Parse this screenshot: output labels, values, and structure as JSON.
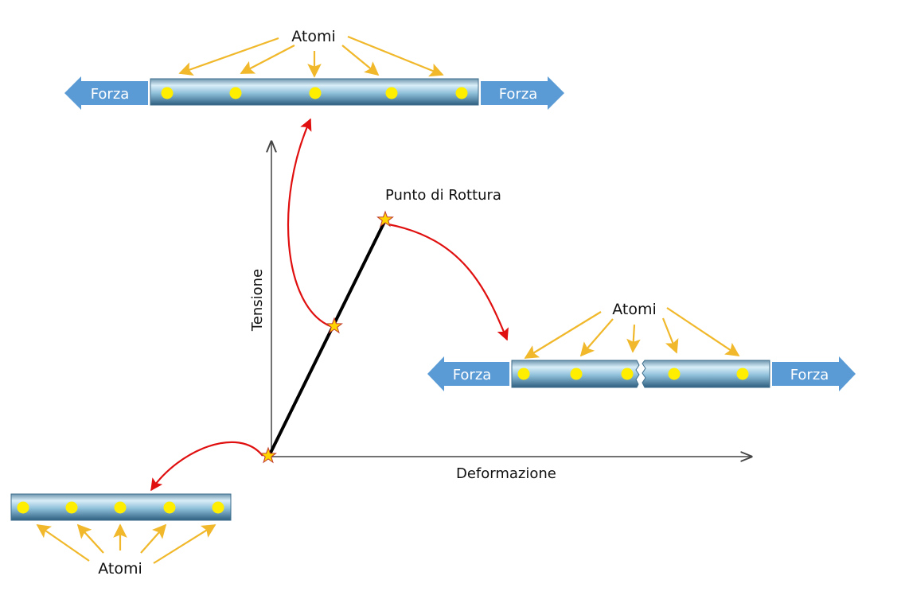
{
  "labels": {
    "atoms": "Atomi",
    "force": "Forza",
    "break_point": "Punto di Rottura",
    "x_axis": "Deformazione",
    "y_axis": "Tensione"
  },
  "colors": {
    "force_arrow": "#5b9bd5",
    "atom": "#ffee00",
    "atom_pointer": "#f0b82a",
    "red_arrow": "#e01010",
    "curve": "#000000",
    "star": "#ffd400",
    "axis": "#444444"
  }
}
